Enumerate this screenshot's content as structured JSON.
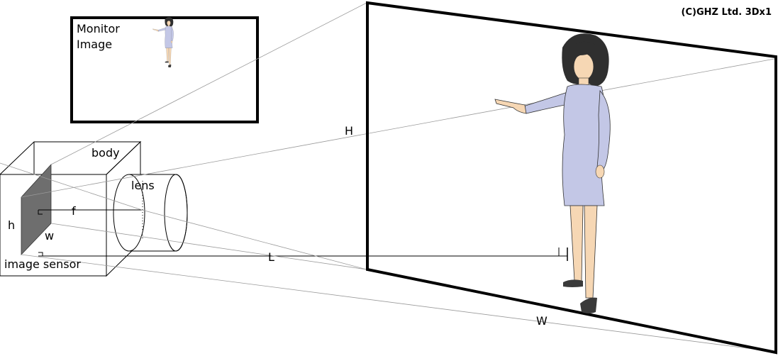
{
  "copyright": "(C)GHZ Ltd. 3Dx1",
  "monitor": {
    "line1": "Monitor",
    "line2": "Image"
  },
  "labels": {
    "body": "body",
    "lens": "lens",
    "f": "f",
    "h": "h",
    "w": "w",
    "image_sensor": "image sensor",
    "L": "L",
    "H": "H",
    "W": "W"
  },
  "colors": {
    "sensor": "#6e6e6e",
    "dress": "#c3c7e6",
    "hair": "#2f2f2f",
    "skin": "#f6d7b4",
    "ray": "#9a9a9a"
  },
  "icons": [
    "person-figure-icon",
    "camera-body-icon",
    "lens-icon",
    "image-sensor-icon"
  ]
}
